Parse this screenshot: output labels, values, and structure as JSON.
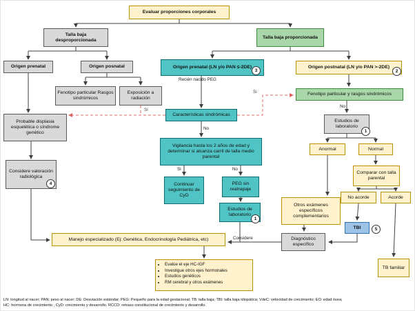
{
  "colors": {
    "yellow_fill": "#fff2cc",
    "yellow_border": "#bf9000",
    "gray_fill": "#d9d9d9",
    "gray_border": "#595959",
    "teal_fill": "#50c4c4",
    "teal_border": "#0e6e6e",
    "green_fill": "#a9d7a9",
    "green_border": "#3e8a3e",
    "blue_fill": "#9dc3e6",
    "blue_border": "#2e74b5",
    "dashed_line_red": "#e06666",
    "solid_line": "#404040"
  },
  "flowchart": {
    "nodes": {
      "evaluar": "Evaluar proporciones corporales",
      "talla_desproporcionada": "Talla baja desproporcionada",
      "talla_proporcionada": "Talla baja proporcionada",
      "origen_prenatal_izq": "Origen prenatal",
      "origen_posnatal_izq": "Origen posnatal",
      "origen_prenatal_centro": "Origen prenatal  (LN y/o PAN ≤-2DE)",
      "origen_postnatal_der": "Origen postnatal (LN y/o PAN >-2DE)",
      "fenotipo_izq": "Fenotipo particular Rasgos sindrómicos",
      "exposicion": "Exposición a radiación",
      "fenotipo_der": "Fenotipo particular y rasgos sindrómicos",
      "caracteristicas": "Características sindrómicas",
      "probable_displasia": "Probable displasia esquelética o síndrome genético",
      "estudios_lab_der": "Estudios de laboratorio",
      "vigilancia": "Vigilancia hasta los 2 años de edad y determinar si alcanza carril de talla medio parental",
      "anormal": "Anormal",
      "normal": "Normal",
      "considere_radiologica": "Considere valoración radiológica",
      "comparar_talla": "Comparar con talla parental",
      "continuar_cyd": "Continuar seguimiento de CyD",
      "peg_sin_reatrapaje": "PEG sin reatrapaje",
      "no_acorde": "No acorde",
      "acorde": "Acorde",
      "otros_examenes": "Otros exámenes específicos complementarios",
      "estudios_lab_centro": "Estudios de laboratorio",
      "tbi": "TBI",
      "manejo": "Manejo especializado (Ej: Genética, Endocrinología Pediátrica, etc)",
      "diagnostico": "Diagnóstico específico",
      "tb_familiar": "TB familiar"
    },
    "labels": {
      "recien_nacido_peg": "Recién nacido PEG",
      "si": "Si",
      "no": "No",
      "considere": "Considere"
    },
    "badges": {
      "n1": "1",
      "n2": "2",
      "n3": "3",
      "n4": "4",
      "n5": "5"
    },
    "checklist": [
      "Evalúe el eje HC-IGF",
      "Investigue otros ejes hormonales",
      "Estudios genéticos",
      "RM cerebral y otros exámenes"
    ],
    "footnote_line1": "LN: longitud al nacer; PAN: peso al nacer;  DE: Desviación estándar; PEG: Pequeño para la edad gestacional; TB: talla baja; TBI: talla baja idiopática; VdeC: velocidad de crecimiento; EO: edad ósea;",
    "footnote_line2": "HC: hormona de crecimiento ; CyD: crecimiento y desarrollo. RCCD: retraso constitucional de crecimiento y desarrollo."
  }
}
